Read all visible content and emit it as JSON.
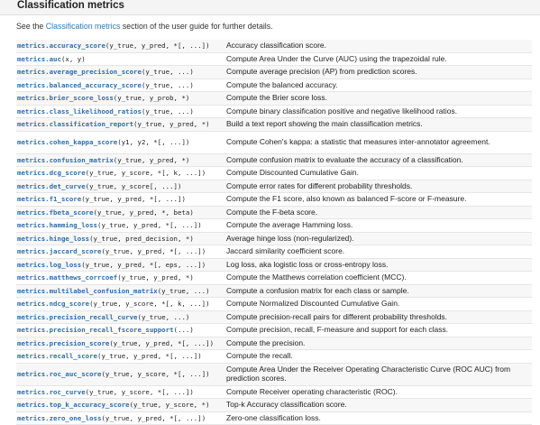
{
  "section": {
    "title": "Classification metrics"
  },
  "intro": {
    "before": "See the ",
    "link": "Classification metrics",
    "after": " section of the user guide for further details."
  },
  "rows": [
    {
      "fn": "metrics.accuracy_score",
      "args": "(y_true, y_pred, *[, ...])",
      "desc": "Accuracy classification score."
    },
    {
      "fn": "metrics.auc",
      "args": "(x, y)",
      "desc": "Compute Area Under the Curve (AUC) using the trapezoidal rule."
    },
    {
      "fn": "metrics.average_precision_score",
      "args": "(y_true, ...)",
      "desc": "Compute average precision (AP) from prediction scores."
    },
    {
      "fn": "metrics.balanced_accuracy_score",
      "args": "(y_true, ...)",
      "desc": "Compute the balanced accuracy."
    },
    {
      "fn": "metrics.brier_score_loss",
      "args": "(y_true, y_prob, *)",
      "desc": "Compute the Brier score loss."
    },
    {
      "fn": "metrics.class_likelihood_ratios",
      "args": "(y_true, ...)",
      "desc": "Compute binary classification positive and negative likelihood ratios."
    },
    {
      "fn": "metrics.classification_report",
      "args": "(y_true, y_pred, *)",
      "desc": "Build a text report showing the main classification metrics."
    },
    {
      "fn": "metrics.cohen_kappa_score",
      "args": "(y1, y2, *[, ...])",
      "desc": "Compute Cohen's kappa: a statistic that measures inter-annotator agreement."
    },
    {
      "fn": "metrics.confusion_matrix",
      "args": "(y_true, y_pred, *)",
      "desc": "Compute confusion matrix to evaluate the accuracy of a classification."
    },
    {
      "fn": "metrics.dcg_score",
      "args": "(y_true, y_score, *[, k, ...])",
      "desc": "Compute Discounted Cumulative Gain."
    },
    {
      "fn": "metrics.det_curve",
      "args": "(y_true, y_score[, ...])",
      "desc": "Compute error rates for different probability thresholds."
    },
    {
      "fn": "metrics.f1_score",
      "args": "(y_true, y_pred, *[, ...])",
      "desc": "Compute the F1 score, also known as balanced F-score or F-measure."
    },
    {
      "fn": "metrics.fbeta_score",
      "args": "(y_true, y_pred, *, beta)",
      "desc": "Compute the F-beta score."
    },
    {
      "fn": "metrics.hamming_loss",
      "args": "(y_true, y_pred, *[, ...])",
      "desc": "Compute the average Hamming loss."
    },
    {
      "fn": "metrics.hinge_loss",
      "args": "(y_true, pred_decision, *)",
      "desc": "Average hinge loss (non-regularized)."
    },
    {
      "fn": "metrics.jaccard_score",
      "args": "(y_true, y_pred, *[, ...])",
      "desc": "Jaccard similarity coefficient score."
    },
    {
      "fn": "metrics.log_loss",
      "args": "(y_true, y_pred, *[, eps, ...])",
      "desc": "Log loss, aka logistic loss or cross-entropy loss."
    },
    {
      "fn": "metrics.matthews_corrcoef",
      "args": "(y_true, y_pred, *)",
      "desc": "Compute the Matthews correlation coefficient (MCC)."
    },
    {
      "fn": "metrics.multilabel_confusion_matrix",
      "args": "(y_true, ...)",
      "desc": "Compute a confusion matrix for each class or sample."
    },
    {
      "fn": "metrics.ndcg_score",
      "args": "(y_true, y_score, *[, k, ...])",
      "desc": "Compute Normalized Discounted Cumulative Gain."
    },
    {
      "fn": "metrics.precision_recall_curve",
      "args": "(y_true, ...)",
      "desc": "Compute precision-recall pairs for different probability thresholds."
    },
    {
      "fn": "metrics.precision_recall_fscore_support",
      "args": "(...)",
      "desc": "Compute precision, recall, F-measure and support for each class."
    },
    {
      "fn": "metrics.precision_score",
      "args": "(y_true, y_pred, *[, ...])",
      "desc": "Compute the precision."
    },
    {
      "fn": "metrics.recall_score",
      "args": "(y_true, y_pred, *[, ...])",
      "desc": "Compute the recall."
    },
    {
      "fn": "metrics.roc_auc_score",
      "args": "(y_true, y_score, *[, ...])",
      "desc": "Compute Area Under the Receiver Operating Characteristic Curve (ROC AUC)    from prediction scores."
    },
    {
      "fn": "metrics.roc_curve",
      "args": "(y_true, y_score, *[, ...])",
      "desc": "Compute Receiver operating characteristic (ROC)."
    },
    {
      "fn": "metrics.top_k_accuracy_score",
      "args": "(y_true, y_score, *)",
      "desc": "Top-k Accuracy classification score."
    },
    {
      "fn": "metrics.zero_one_loss",
      "args": "(y_true, y_pred, *[, ...])",
      "desc": "Zero-one classification loss."
    }
  ]
}
